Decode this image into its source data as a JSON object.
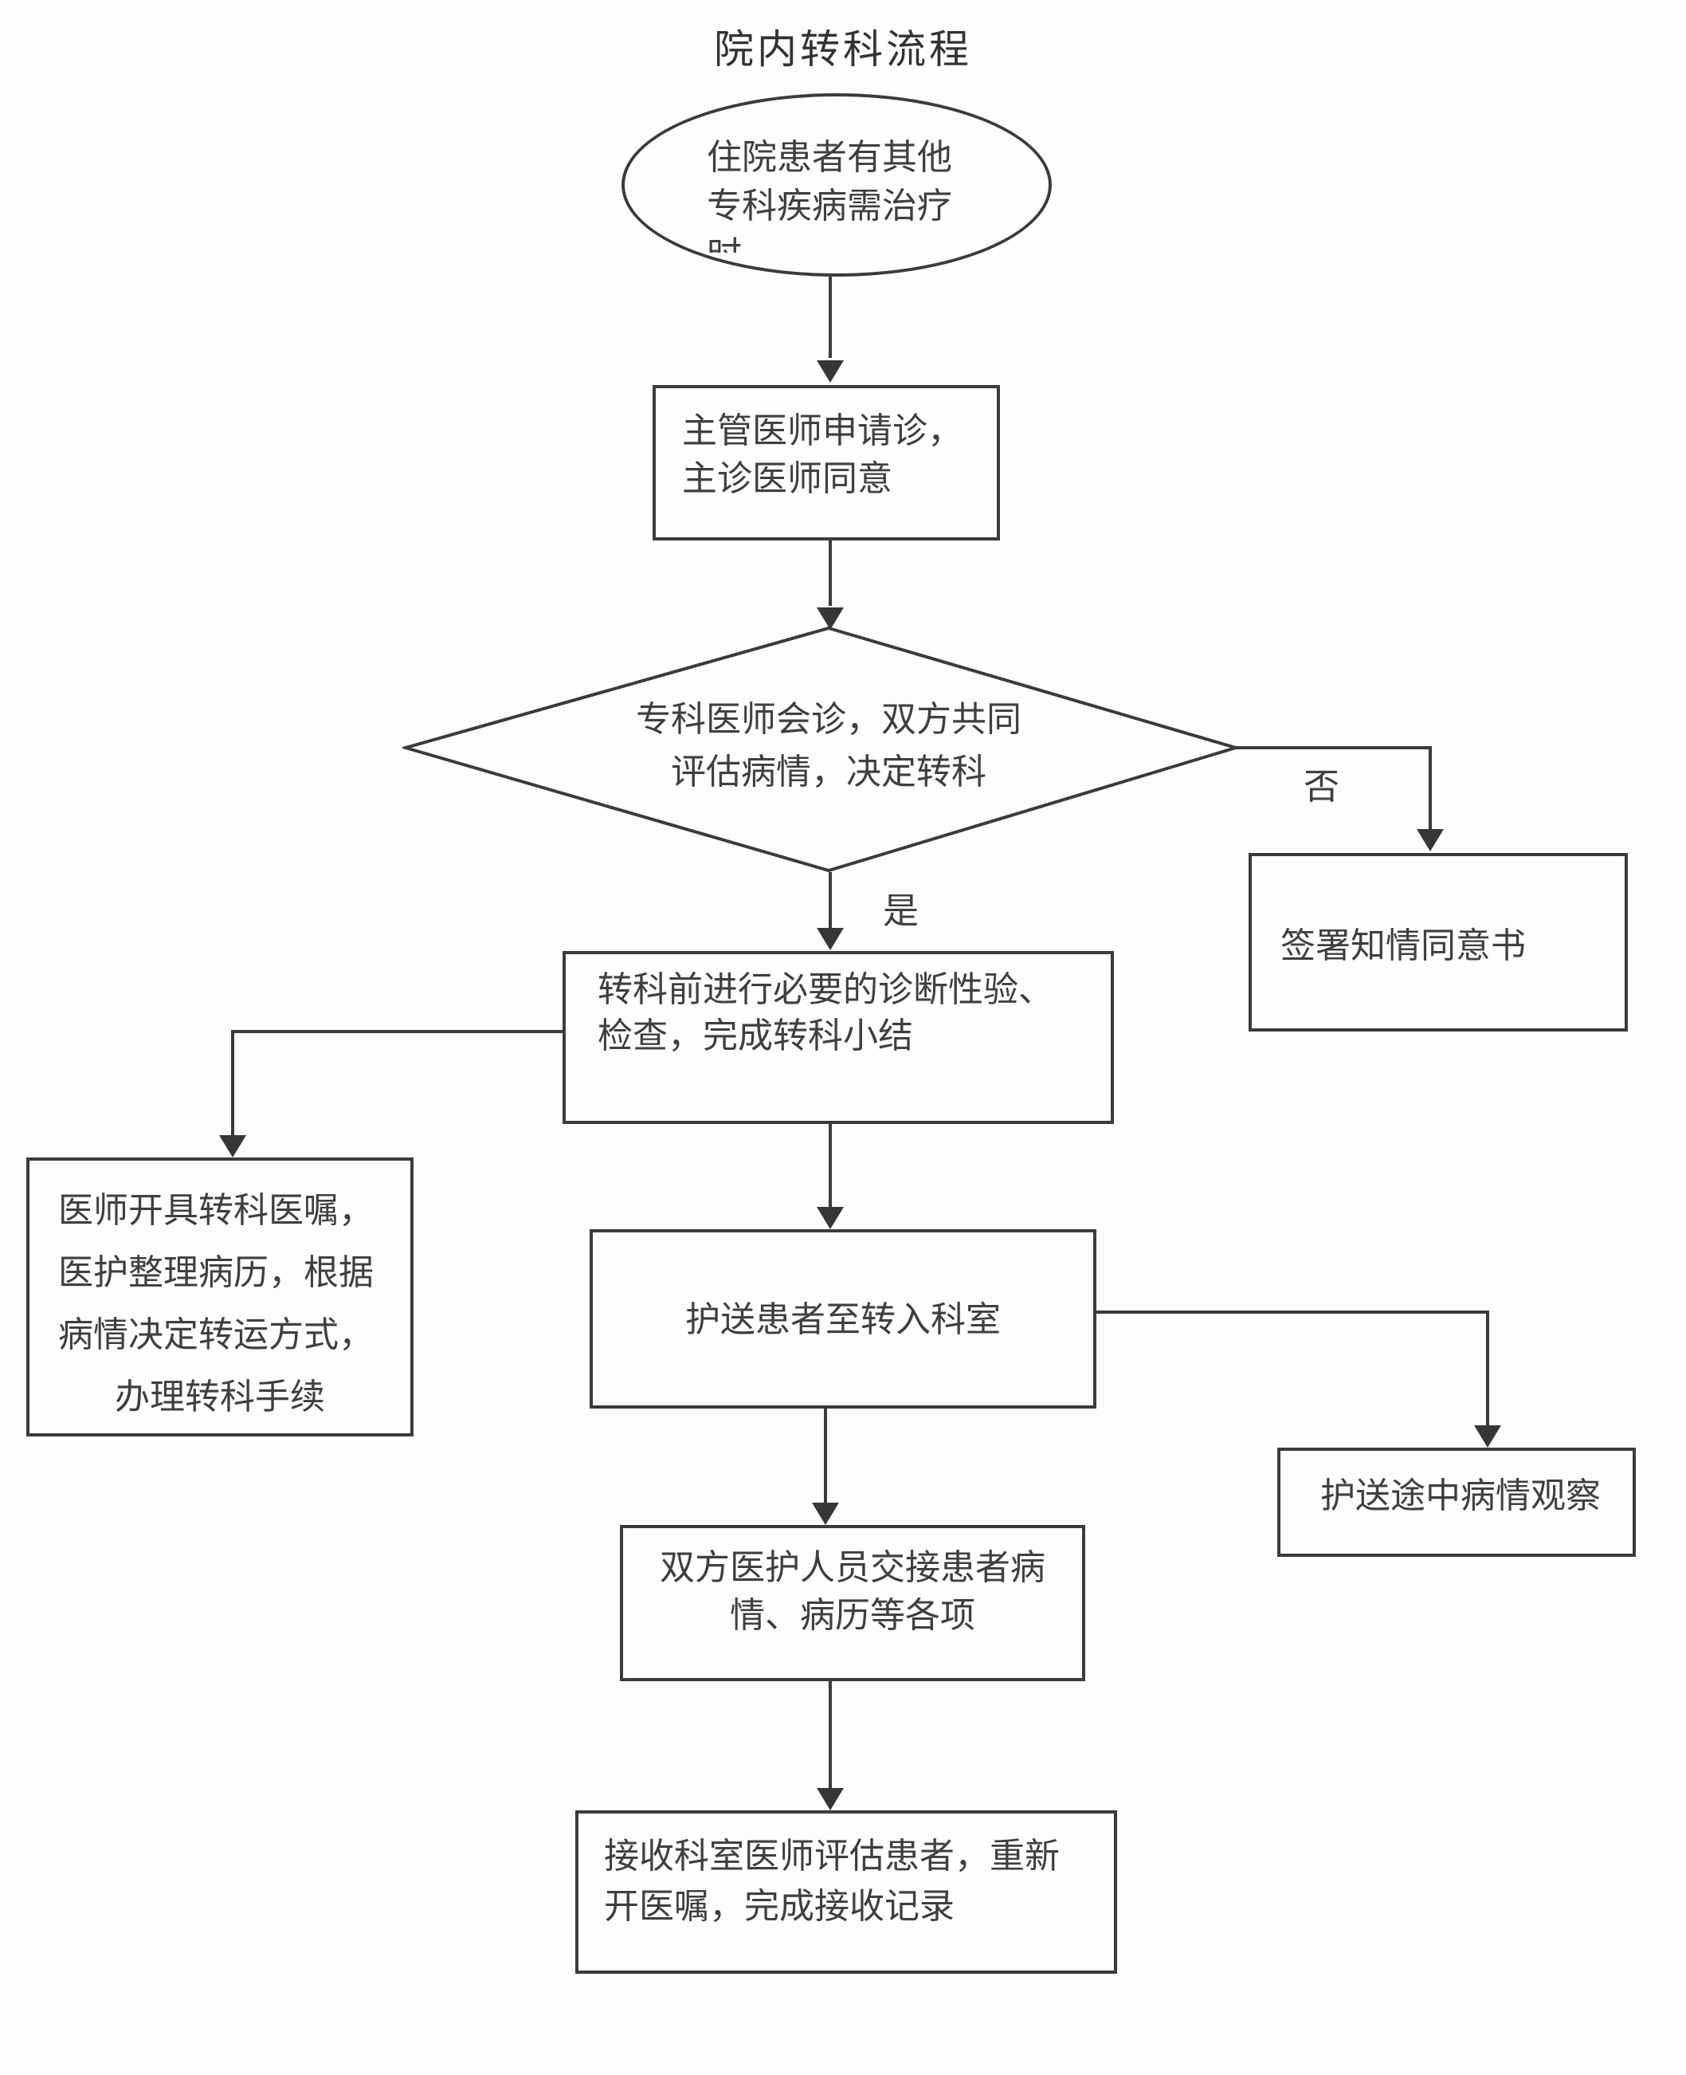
{
  "title": "院内转科流程",
  "labels": {
    "yes": "是",
    "no": "否"
  },
  "nodes": {
    "start": {
      "shape": "ellipse",
      "lines": [
        "住院患者有其他",
        "专科疾病需治疗",
        "时"
      ]
    },
    "apply": {
      "shape": "rect",
      "lines": [
        "主管医师申请诊，",
        "主诊医师同意"
      ]
    },
    "decision": {
      "shape": "diamond",
      "lines": [
        "专科医师会诊，双方共同",
        "评估病情，决定转科"
      ]
    },
    "consent": {
      "shape": "rect",
      "text": "签署知情同意书"
    },
    "prep": {
      "shape": "rect",
      "lines": [
        "转科前进行必要的诊断性验、",
        "检查，完成转科小结"
      ]
    },
    "orders": {
      "shape": "rect",
      "lines": [
        "医师开具转科医嘱，",
        "医护整理病历，根据",
        "病情决定转运方式，",
        "办理转科手续"
      ]
    },
    "escort": {
      "shape": "rect",
      "text": "护送患者至转入科室"
    },
    "observe": {
      "shape": "rect",
      "text": "护送途中病情观察"
    },
    "handover": {
      "shape": "rect",
      "lines": [
        "双方医护人员交接患者病",
        "情、病历等各项"
      ]
    },
    "receive": {
      "shape": "rect",
      "lines": [
        "接收科室医师评估患者，重新",
        "开医嘱，完成接收记录"
      ]
    }
  },
  "colors": {
    "line": "#3b3b3b",
    "text": "#3f3f3f",
    "background": "#fdfdfd"
  }
}
